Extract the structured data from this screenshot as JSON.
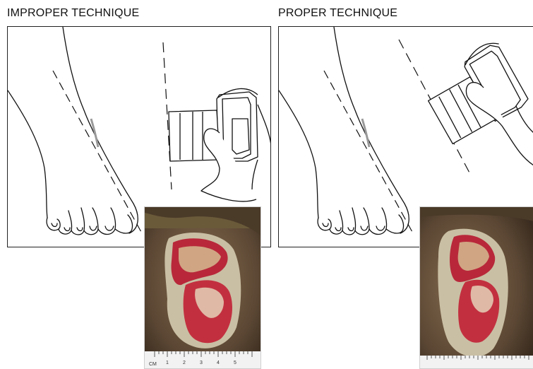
{
  "panels": {
    "left": {
      "title": "IMPROPER TECHNIQUE"
    },
    "right": {
      "title": "PROPER TECHNIQUE"
    }
  },
  "ruler": {
    "unit_label": "CM",
    "numbers": [
      "1",
      "2",
      "3",
      "4",
      "5"
    ]
  },
  "icons": {
    "foot": "foot-outline-illustration",
    "camera": "camera-in-hand-illustration",
    "photo": "wound-photograph"
  },
  "colors": {
    "line": "#111111",
    "wound_red": "#b8283a",
    "slough": "#e8e2b8",
    "skin": "#5a4633"
  }
}
